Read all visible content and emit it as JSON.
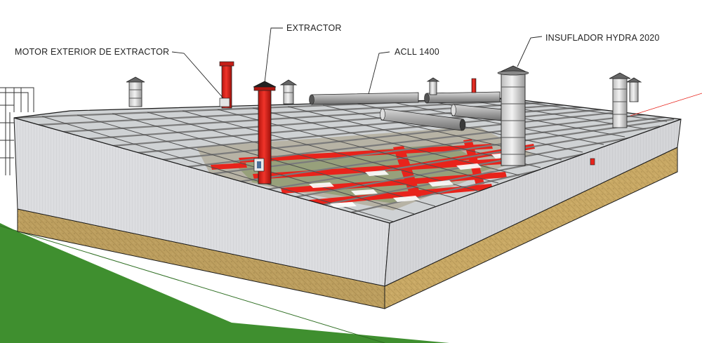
{
  "callouts": {
    "motor_exterior": "MOTOR EXTERIOR DE EXTRACTOR",
    "extractor": "EXTRACTOR",
    "acll": "ACLL 1400",
    "insuflador": "INSUFLADOR HYDRA 2020"
  },
  "colors": {
    "background": "#ffffff",
    "wall_panel": "#d8d9db",
    "wall_panel_dark": "#bfc0c3",
    "roof_beam": "#8a8a8a",
    "red_duct": "#e8231b",
    "brick_base": "#c9a965",
    "brick_base_shadow": "#a88a4c",
    "grass": "#3f8f2f",
    "exterior_outline": "#1a1a1a"
  },
  "scene": {
    "type": "3d-building-model",
    "view": "isometric"
  }
}
